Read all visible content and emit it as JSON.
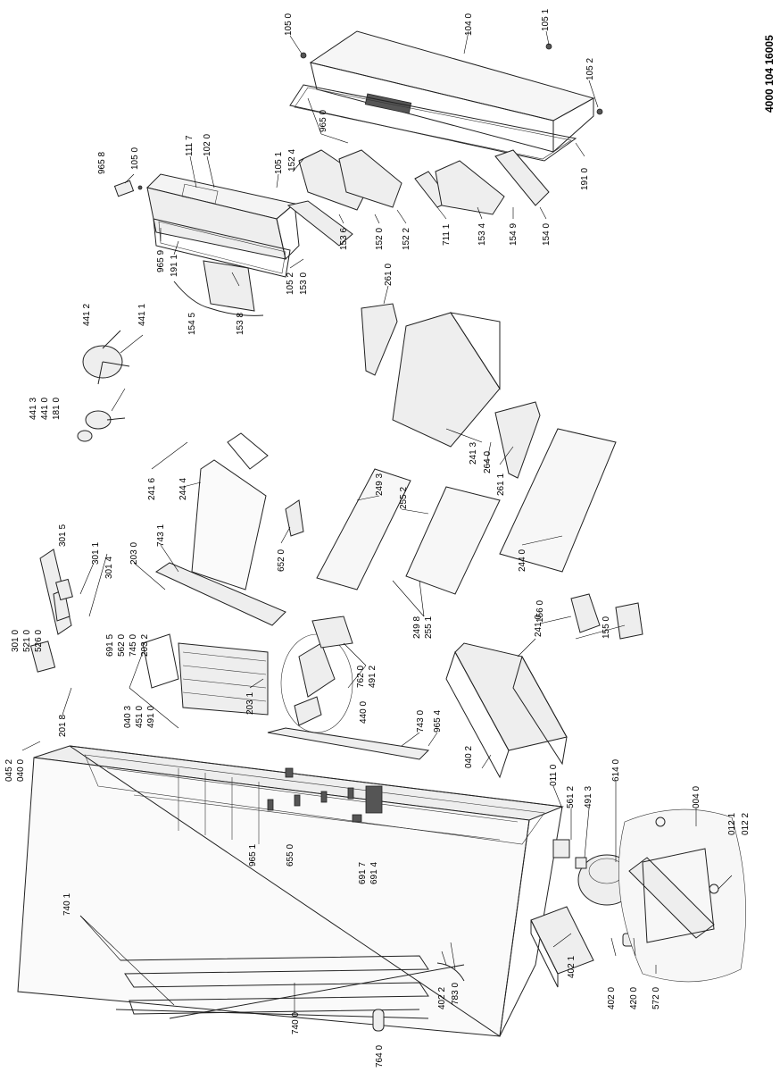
{
  "document_code": "4000 104 16005",
  "labels": {
    "l1050a": "105 0",
    "l1040": "104 0",
    "l1051a": "105 1",
    "l1052a": "105 2",
    "l9650a": "965 0",
    "l1910a": "191 0",
    "l9658": "965 8",
    "l1050b": "105 0",
    "l1117": "111 7",
    "l1020": "102 0",
    "l1051b": "105 1",
    "l1524": "152 4",
    "l1536": "153 6",
    "l1520": "152 0",
    "l1522": "152 2",
    "l7111": "711 1",
    "l1534": "153 4",
    "l1549": "154 9",
    "l1540": "154 0",
    "l9659": "965 9",
    "l1911": "191 1",
    "l1545": "154 5",
    "l1538": "153 8",
    "l1052b": "105 2",
    "l1530": "153 0",
    "l2610": "261 0",
    "l4412": "441 2",
    "l4411": "441 1",
    "l4413": "441 3",
    "l4410": "441 0",
    "l1810": "181 0",
    "l2416": "241 6",
    "l2444": "244 4",
    "l2413": "241 3",
    "l2640": "264 0",
    "l2611": "261 1",
    "l3015": "301 5",
    "l3011": "301 1",
    "l3014": "301 4",
    "l2030": "203 0",
    "l7431": "743 1",
    "l6520": "652 0",
    "l2493": "249 3",
    "l2552": "255 2",
    "l2440": "244 0",
    "l3010": "301 0",
    "l5210": "521 0",
    "l5260": "526 0",
    "l2018": "201 8",
    "l6915": "691 5",
    "l5620": "562 0",
    "l7450": "745 0",
    "l2032": "203 2",
    "l2031": "203 1",
    "l0403": "040 3",
    "l4510": "451 0",
    "l4910": "491 0",
    "l7620": "762 0",
    "l4912": "491 2",
    "l4400": "440 0",
    "l2498": "249 8",
    "l2551": "255 1",
    "l2410": "241 0",
    "l1560": "156 0",
    "l1550": "155 0",
    "l0452": "045 2",
    "l0400": "040 0",
    "l7430": "743 0",
    "l9654": "965 4",
    "l0402": "040 2",
    "l9651": "965 1",
    "l6550": "655 0",
    "l6917": "691 7",
    "l6914": "691 4",
    "l0110": "011 0",
    "l5612": "561 2",
    "l4913": "491 3",
    "l6140": "614 0",
    "l0040": "004 0",
    "l0121": "012 1",
    "l0122": "012 2",
    "l7401": "740 1",
    "l7400": "740 0",
    "l7640": "764 0",
    "l4022": "402 2",
    "l7830": "783 0",
    "l4021": "402 1",
    "l4020": "402 0",
    "l4200": "420 0",
    "l5720": "572 0"
  }
}
